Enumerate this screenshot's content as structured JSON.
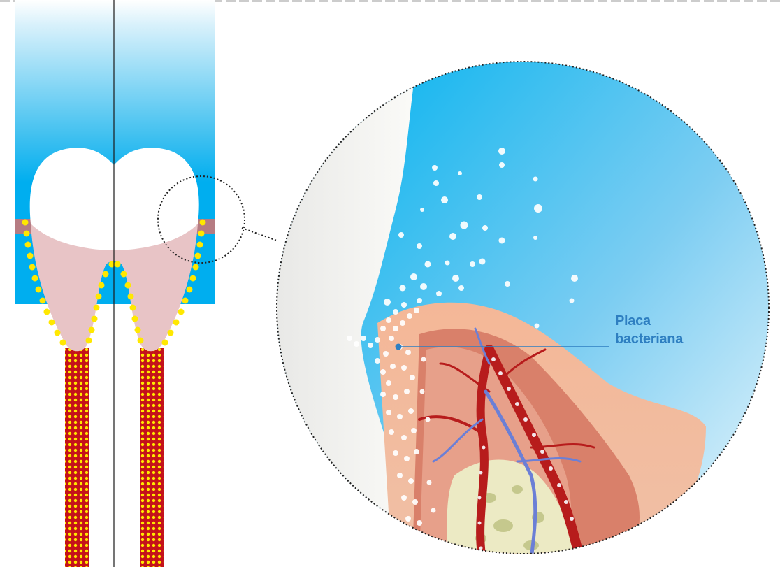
{
  "callout": {
    "line1": "Placa",
    "line2": "bacteriana"
  },
  "colors": {
    "sky_blue": "#00aeef",
    "gum_pink": "#e8c4c6",
    "gum_band": "#b57b82",
    "plaque_dots": "#ffe800",
    "vessel_red": "#c4121a",
    "callout_text": "#2e7fc1"
  },
  "icons": [
    "tooth-diagram",
    "magnifier-circle",
    "bacteria-particles",
    "blood-vessel"
  ]
}
